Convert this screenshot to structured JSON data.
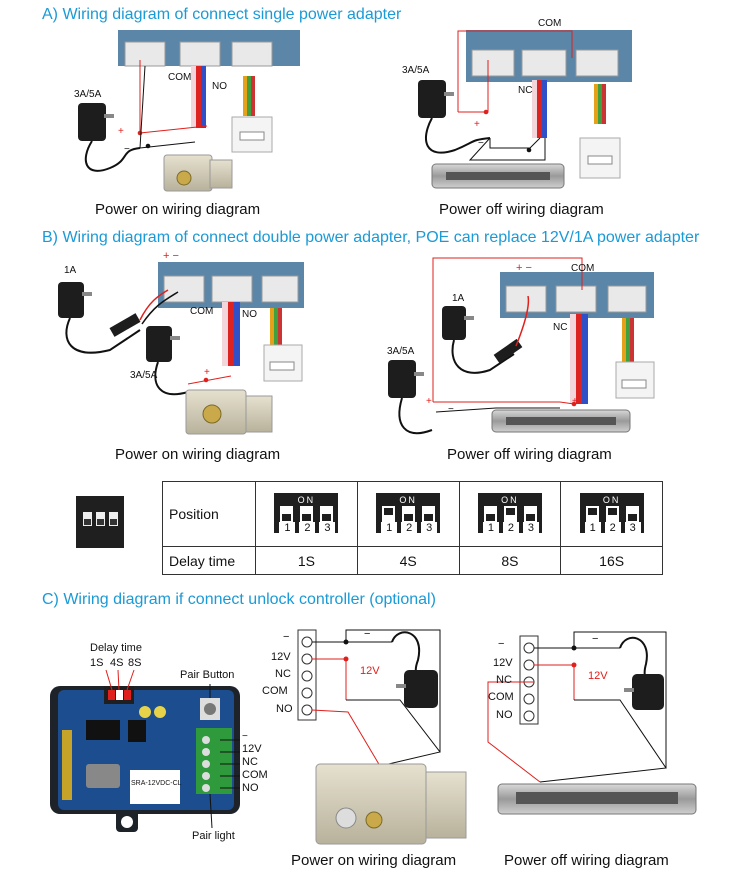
{
  "titles": {
    "a": "A) Wiring diagram of connect single power adapter",
    "b": "B) Wiring diagram of connect double power adapter, POE can replace 12V/1A power adapter",
    "c": "C) Wiring diagram if connect unlock controller (optional)"
  },
  "captions": {
    "power_on": "Power on wiring diagram",
    "power_off": "Power off wiring diagram"
  },
  "labels": {
    "adapter_3a5a": "3A/5A",
    "adapter_1a": "1A",
    "com": "COM",
    "no": "NO",
    "nc": "NC",
    "plus": "+",
    "minus": "−",
    "plus_minus": "+ −",
    "v12": "12V"
  },
  "delay_table": {
    "row_position": "Position",
    "row_delay": "Delay time",
    "dip_on": "ON",
    "columns": [
      {
        "delay": "1S",
        "switches": [
          false,
          false,
          false
        ]
      },
      {
        "delay": "4S",
        "switches": [
          true,
          false,
          false
        ]
      },
      {
        "delay": "8S",
        "switches": [
          false,
          true,
          false
        ]
      },
      {
        "delay": "16S",
        "switches": [
          true,
          true,
          false
        ]
      }
    ],
    "switch_numbers": [
      "1",
      "2",
      "3"
    ]
  },
  "controller": {
    "delay_time": "Delay time",
    "delay_options": [
      "1S",
      "4S",
      "8S"
    ],
    "pair_button": "Pair Button",
    "pair_light": "Pair light",
    "terminals": [
      "−",
      "12V",
      "NC",
      "COM",
      "NO"
    ],
    "chip_text": "SRA-12VDC-CL"
  },
  "colors": {
    "title_blue": "#1a9ad6",
    "wire_red": "#e0201c",
    "board_blue": "#5b86a8"
  }
}
